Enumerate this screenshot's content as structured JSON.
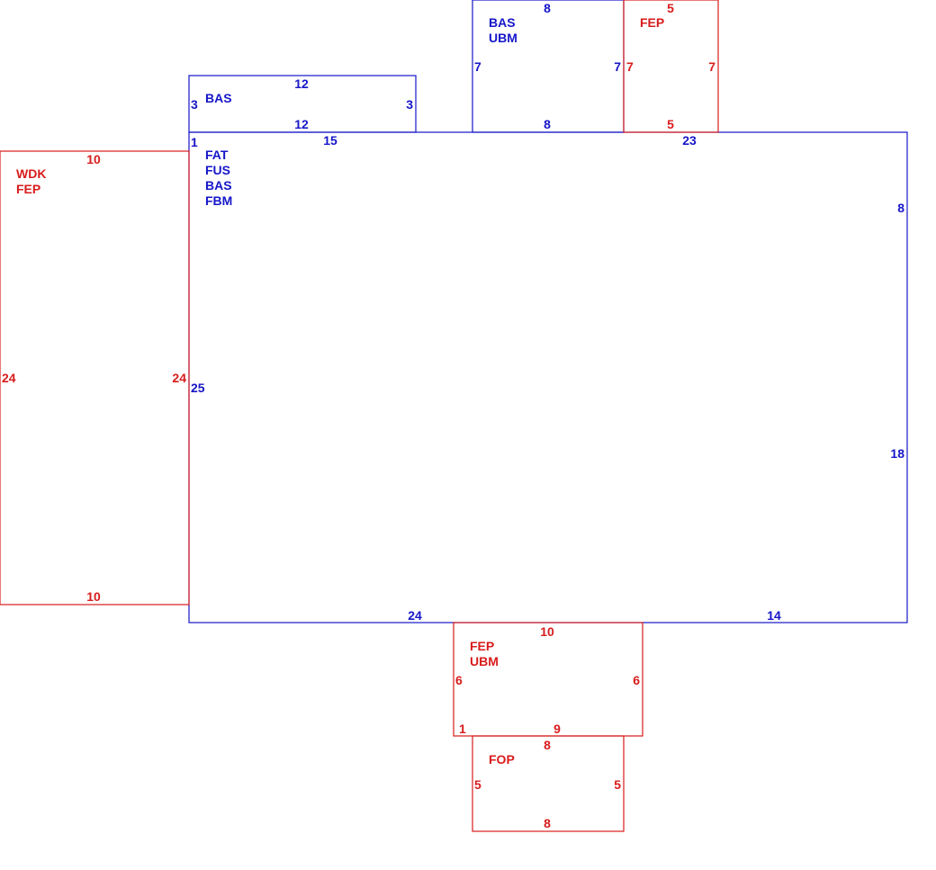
{
  "colors": {
    "blue": "#1616c8",
    "red": "#d81c1c"
  },
  "sketch": {
    "main": {
      "codes": [
        "FAT",
        "FUS",
        "BAS",
        "FBM"
      ],
      "dims": {
        "top_left": "15",
        "top_right": "23",
        "right_upper": "8",
        "right_lower": "18",
        "bottom_left": "24",
        "bottom_right": "14",
        "left": "25",
        "corner": "1"
      }
    },
    "bas_small": {
      "codes": [
        "BAS"
      ],
      "dims": {
        "top": "12",
        "bottom": "12",
        "left": "3",
        "right": "3"
      }
    },
    "bas_ubm": {
      "codes": [
        "BAS",
        "UBM"
      ],
      "dims": {
        "top": "8",
        "bottom": "8",
        "left": "7",
        "right": "7"
      }
    },
    "fep_top": {
      "codes": [
        "FEP"
      ],
      "dims": {
        "top": "5",
        "bottom": "5",
        "left": "7",
        "right": "7"
      }
    },
    "wdk_fep": {
      "codes": [
        "WDK",
        "FEP"
      ],
      "dims": {
        "top": "10",
        "bottom": "10",
        "left": "24",
        "right": "24"
      }
    },
    "fep_ubm": {
      "codes": [
        "FEP",
        "UBM"
      ],
      "dims": {
        "top": "10",
        "bottom": "9",
        "left": "6",
        "right": "6",
        "corner": "1"
      }
    },
    "fop": {
      "codes": [
        "FOP"
      ],
      "dims": {
        "top": "8",
        "bottom": "8",
        "left": "5",
        "right": "5"
      }
    }
  }
}
